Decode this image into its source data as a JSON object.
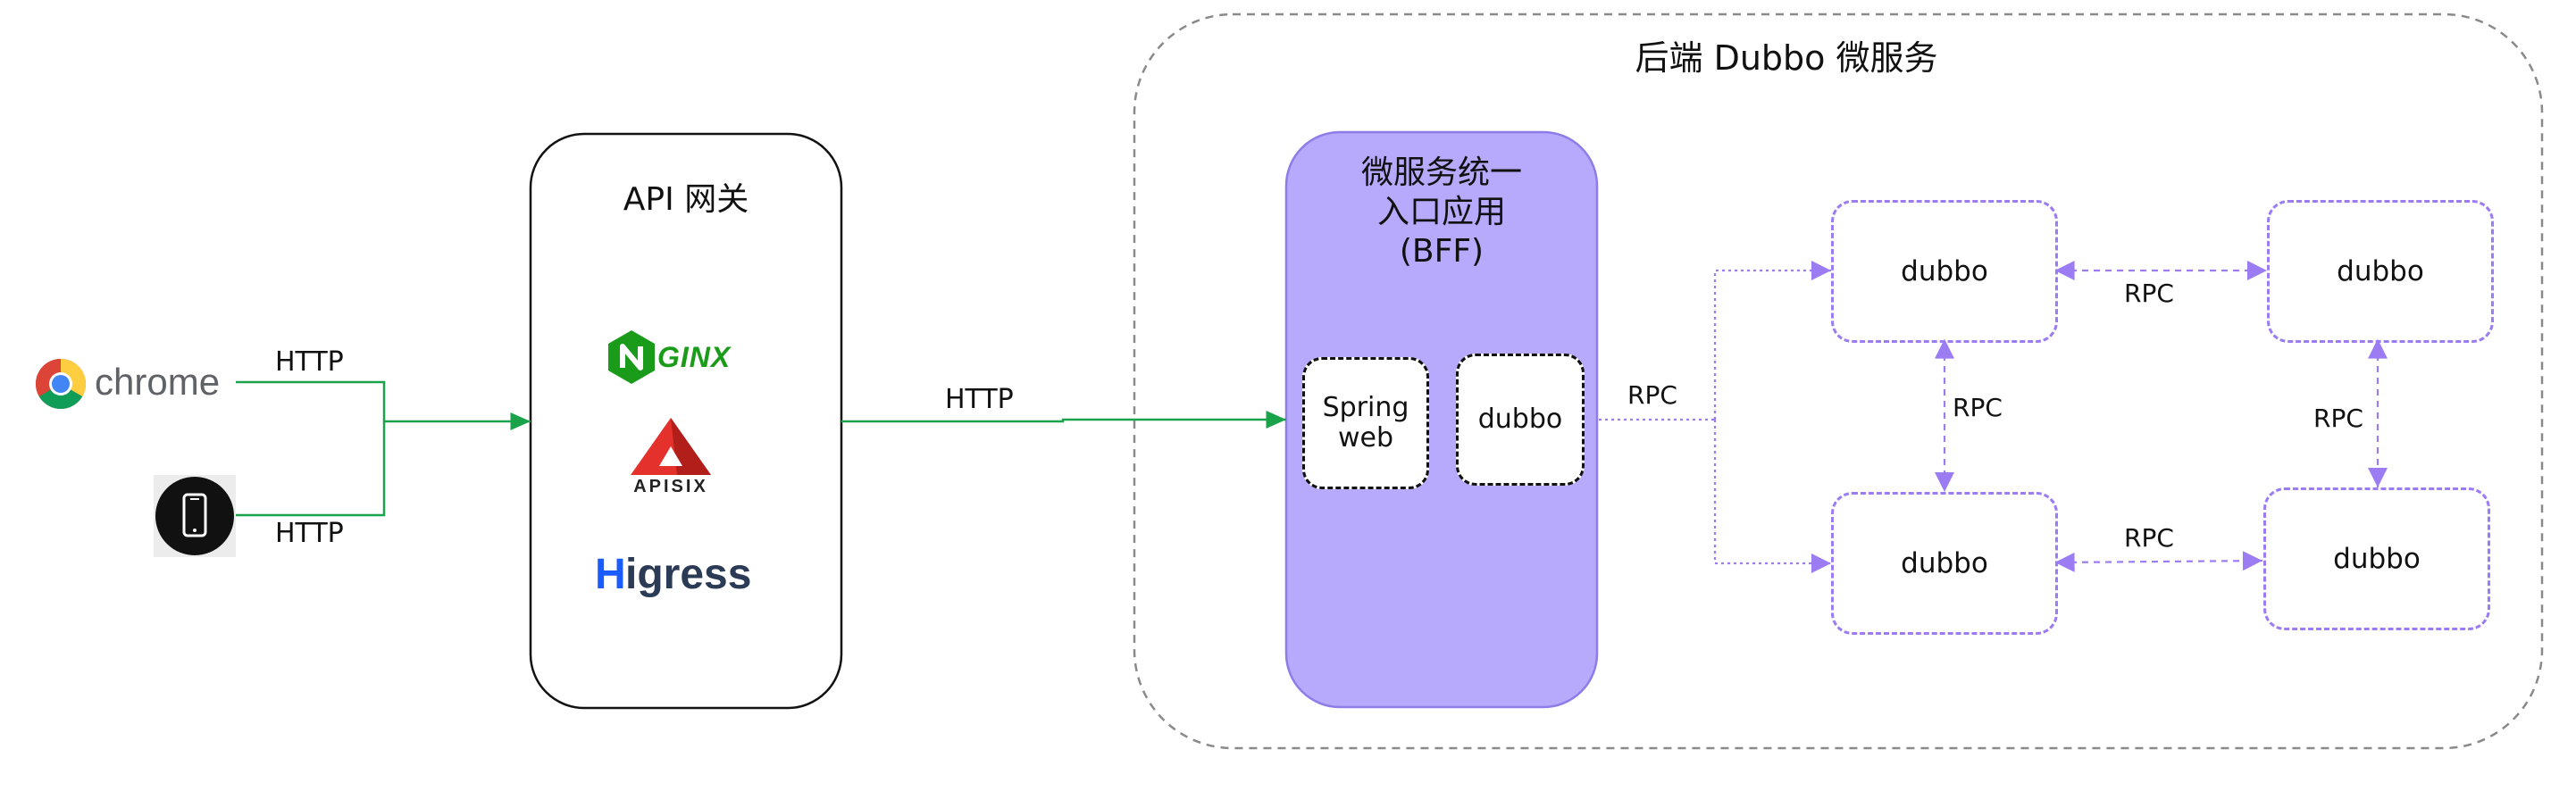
{
  "backend": {
    "title": "后端 Dubbo 微服务"
  },
  "clients": {
    "chrome": {
      "label": "chrome",
      "icon": "chrome-logo-icon"
    },
    "mobile": {
      "icon": "mobile-phone-icon"
    },
    "link_top": "HTTP",
    "link_bottom": "HTTP"
  },
  "gateway": {
    "title": "API 网关",
    "logos": [
      {
        "name": "nginx-logo",
        "text": "NGINX",
        "color": "#1a9b1a"
      },
      {
        "name": "apisix-logo",
        "text": "APISIX",
        "color": "#e5312c"
      },
      {
        "name": "higress-logo",
        "text": "Higress",
        "color": "#2b3a55"
      }
    ]
  },
  "gateway_to_bff": "HTTP",
  "bff": {
    "title_line1": "微服务统一",
    "title_line2": "入口应用",
    "title_line3": "(BFF)",
    "spring": "Spring\nweb",
    "dubbo": "dubbo"
  },
  "bff_to_cluster": "RPC",
  "cluster": {
    "nodes": [
      "dubbo",
      "dubbo",
      "dubbo",
      "dubbo"
    ],
    "links": {
      "top": "RPC",
      "bottom": "RPC",
      "left": "RPC",
      "right": "RPC"
    }
  },
  "colors": {
    "http_line": "#1aa34a",
    "rpc_line": "#9b7cf3",
    "bff_fill": "#b7a9fb",
    "bff_border": "#8e7ce8"
  }
}
